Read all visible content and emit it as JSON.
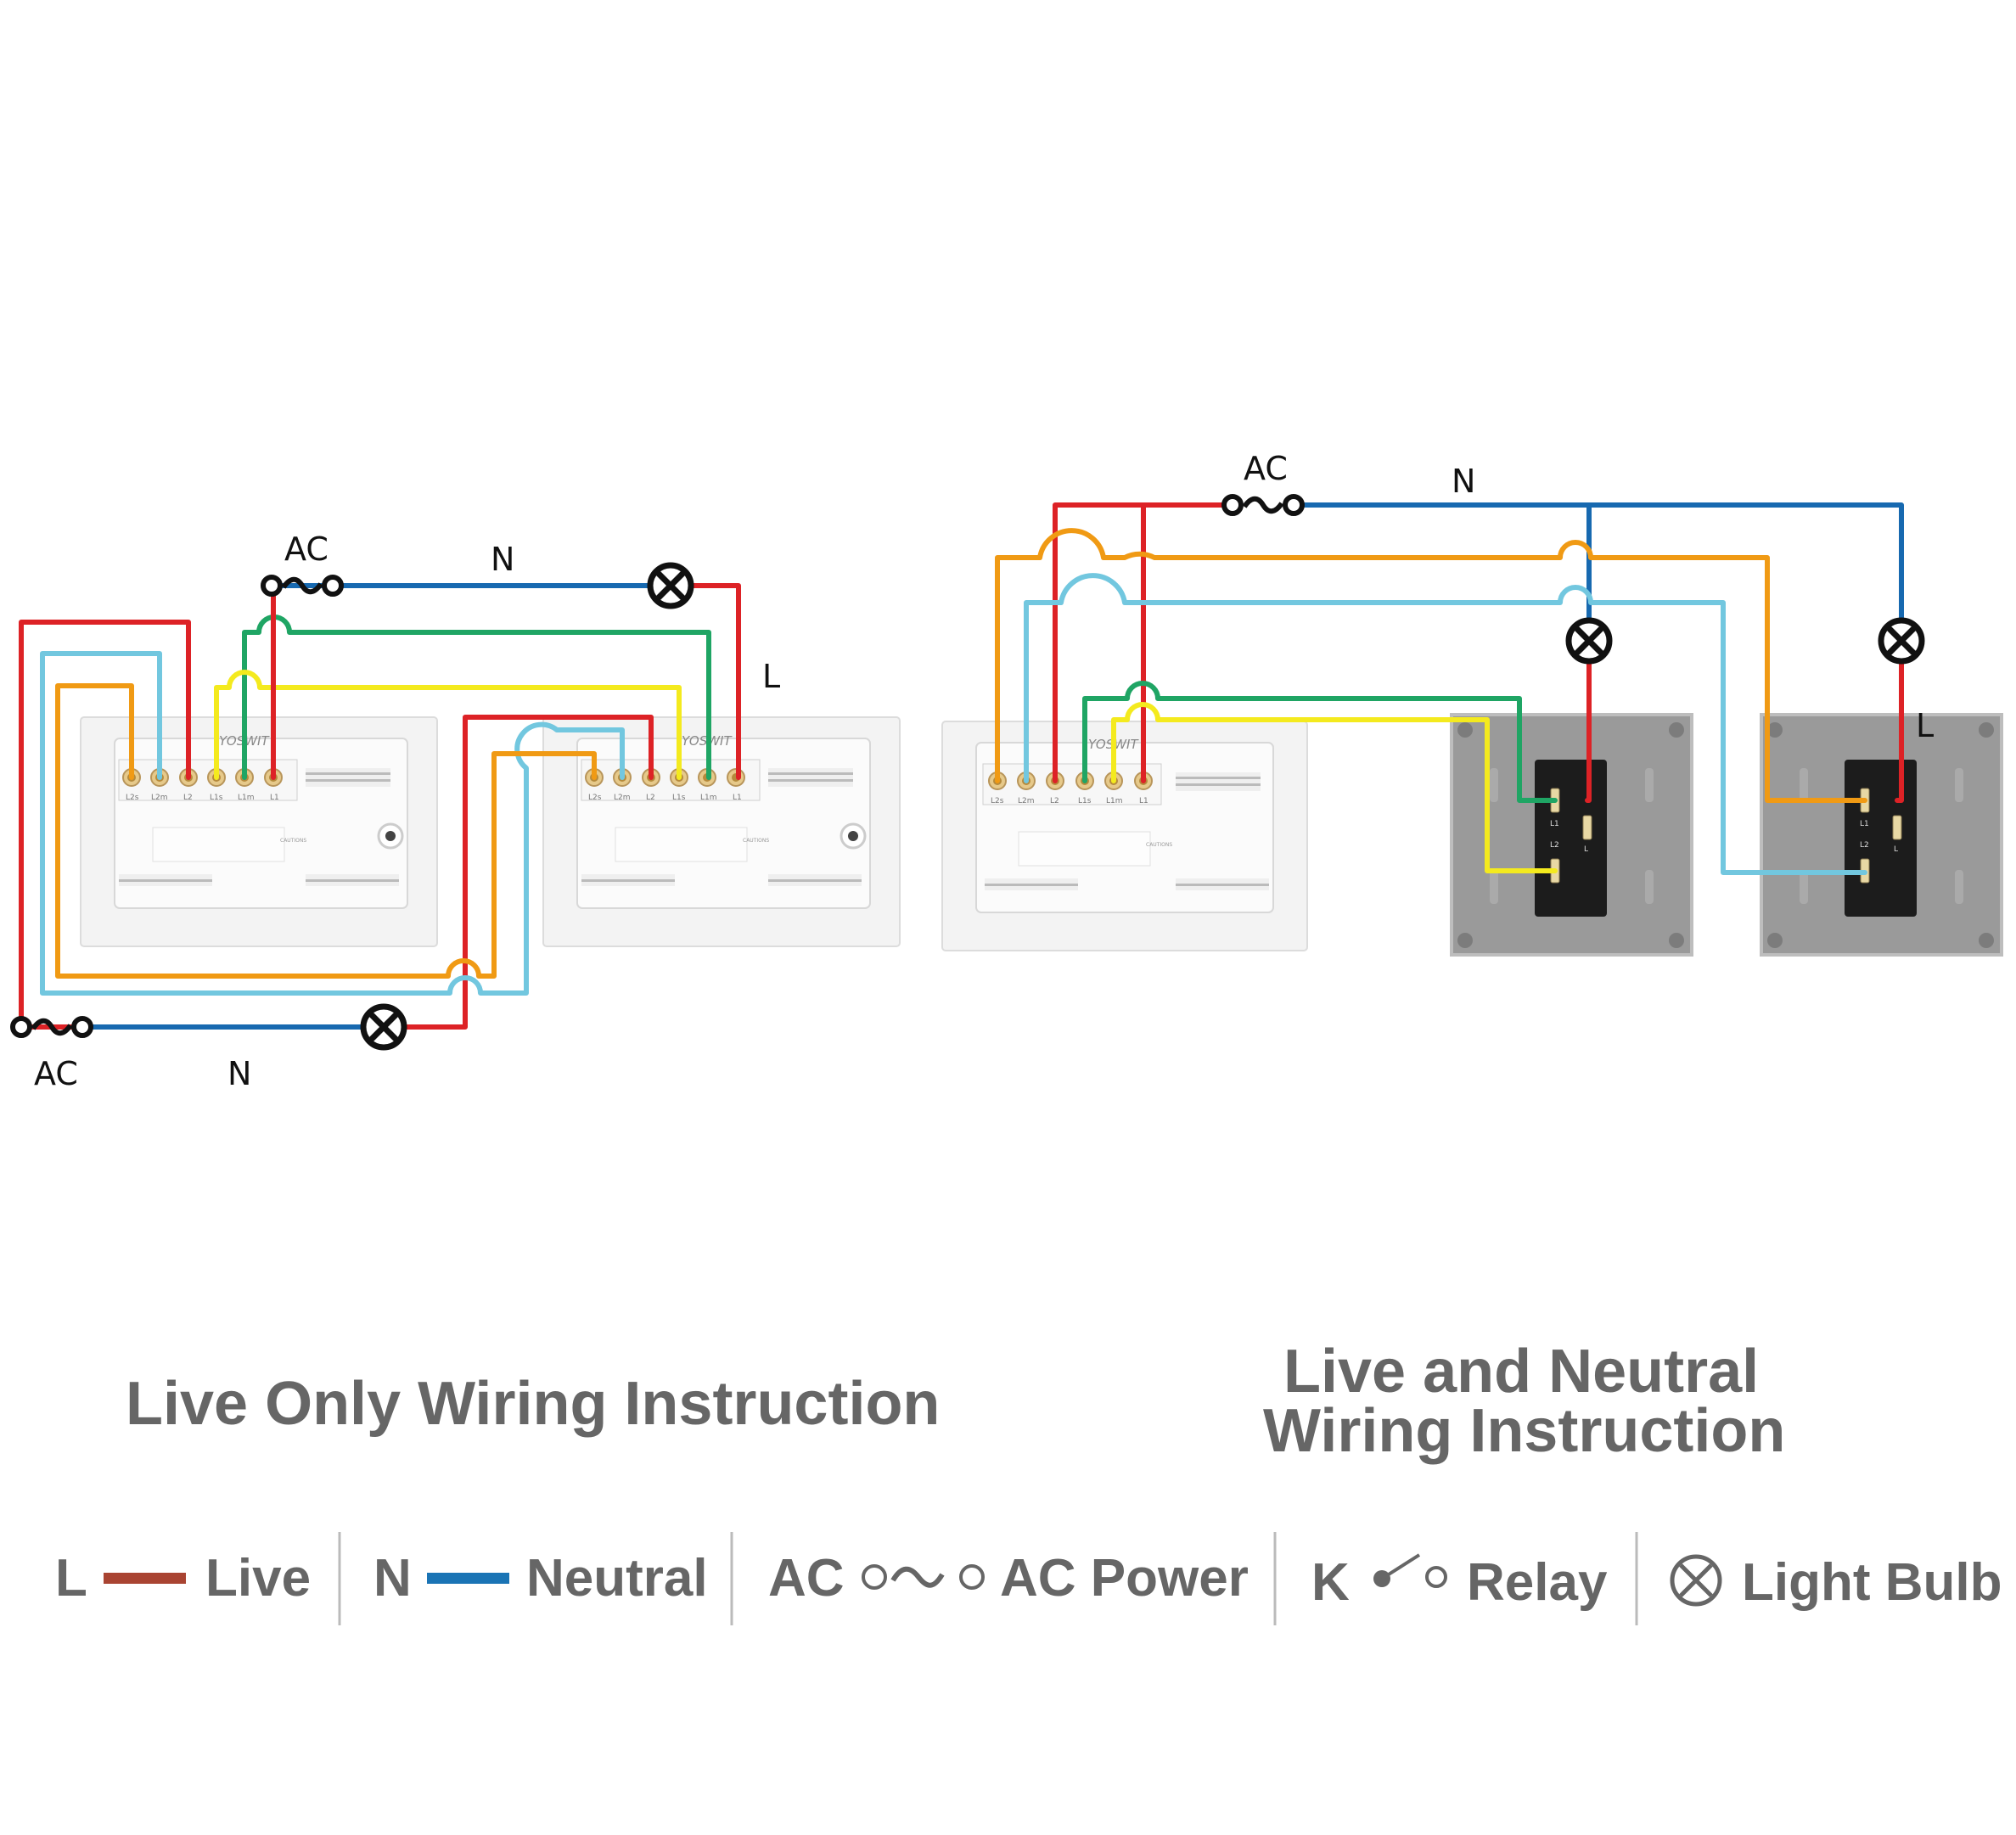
{
  "left_diagram": {
    "ac_top_label": "AC",
    "n_top_label": "N",
    "l_label": "L",
    "ac_bottom_label": "AC",
    "n_bottom_label": "N",
    "brand": "YOSWIT",
    "caution": "CAUTIONS",
    "terminals": [
      "L2s",
      "L2m",
      "L2",
      "L1s",
      "L1m",
      "L1"
    ]
  },
  "right_diagram": {
    "ac_label": "AC",
    "n_label": "N",
    "l_label": "L",
    "brand": "YOSWIT",
    "caution": "CAUTIONS",
    "terminals": [
      "L2s",
      "L2m",
      "L2",
      "L1s",
      "L1m",
      "L1"
    ],
    "relay_terminals": [
      "L1",
      "L2",
      "L"
    ]
  },
  "titles": {
    "left": "Live Only Wiring Instruction",
    "right_line1": "Live and Neutral",
    "right_line2": "Wiring Instruction"
  },
  "legend": {
    "live_letter": "L",
    "live_text": "Live",
    "neutral_letter": "N",
    "neutral_text": "Neutral",
    "ac_letter": "AC",
    "ac_text": "AC Power",
    "relay_letter": "K",
    "relay_text": "Relay",
    "bulb_text": "Light Bulb"
  },
  "colors": {
    "live": "#dd2226",
    "neutral": "#1769b0",
    "green": "#1fa564",
    "yellow": "#f4ea1e",
    "orange": "#f09a14",
    "cyan": "#72c7df",
    "legend_live": "#a94432",
    "legend_neutral": "#1a74b5"
  }
}
